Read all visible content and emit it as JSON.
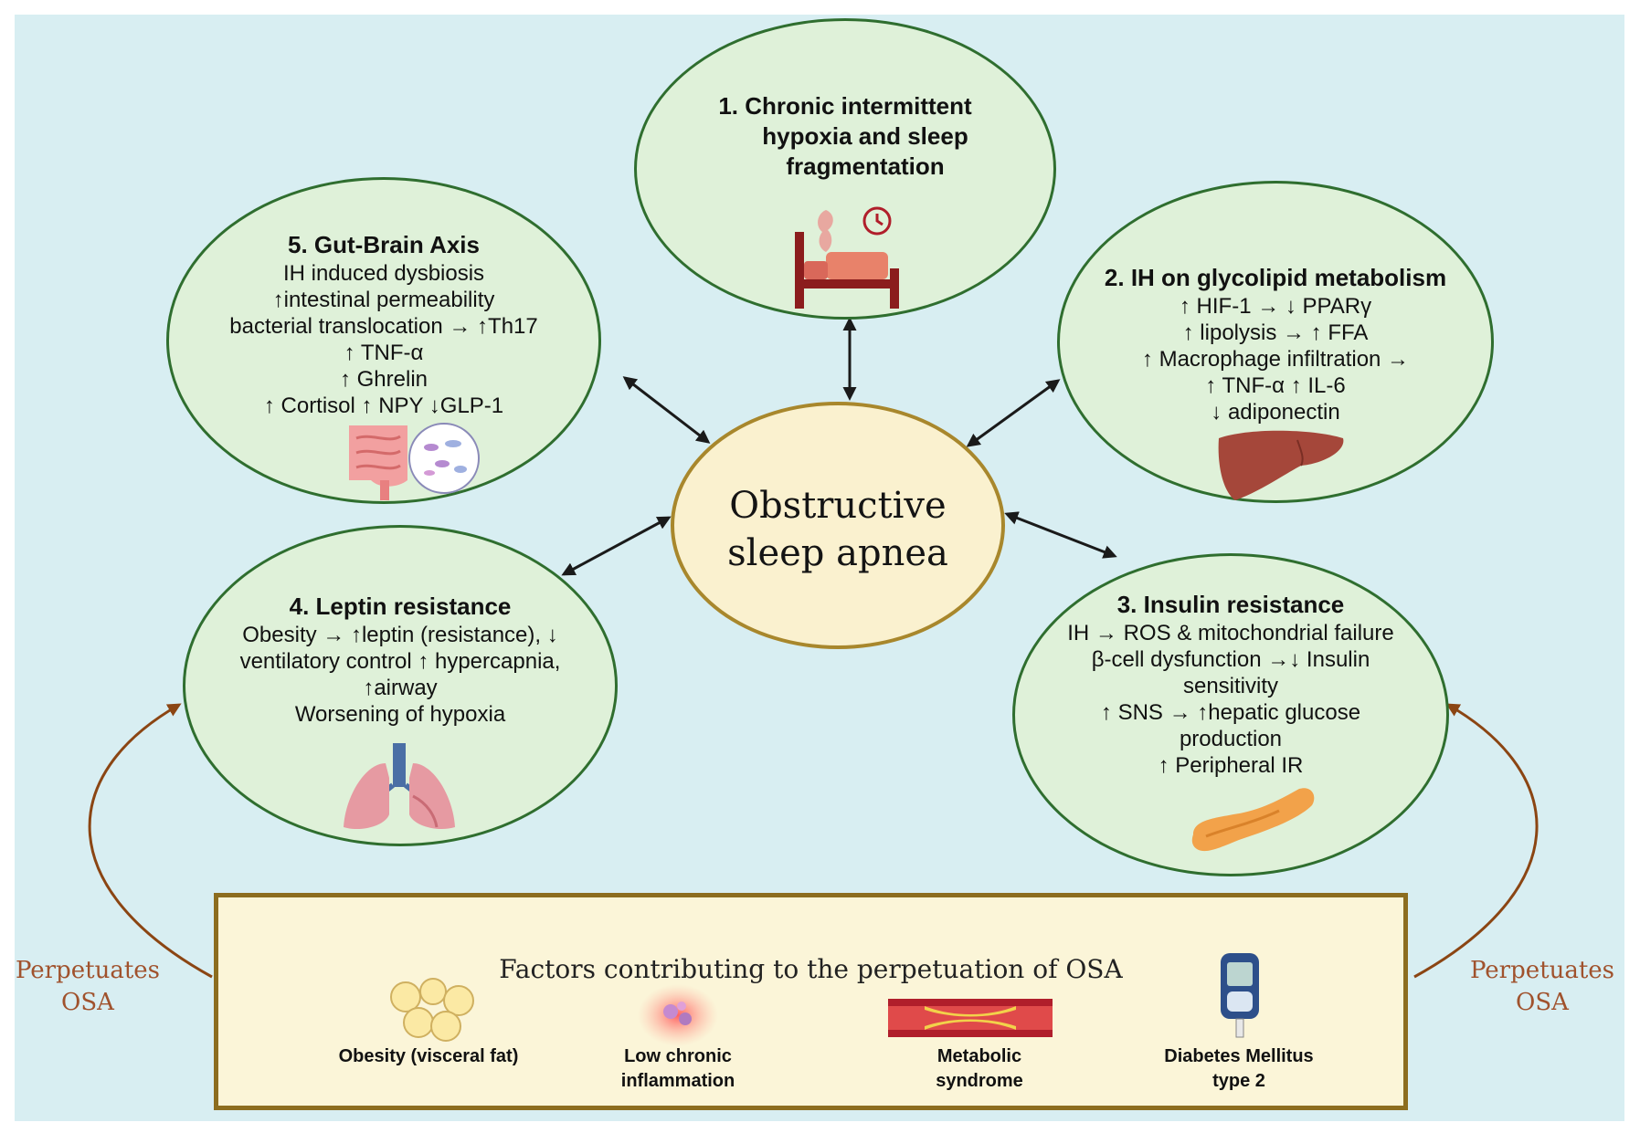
{
  "center": {
    "line1": "Obstructive",
    "line2": "sleep apnea"
  },
  "mechanisms": {
    "m1": {
      "lines": [
        "1.  Chronic intermittent",
        "hypoxia and sleep",
        "fragmentation"
      ],
      "icon": "bed-clock-icon"
    },
    "m2": {
      "title": "2. IH on glycolipid metabolism",
      "lines": [
        "↑ HIF-1 → ↓ PPARγ",
        "↑ lipolysis → ↑ FFA",
        "↑ Macrophage infiltration →",
        "↑ TNF-α ↑ IL-6",
        "↓ adiponectin"
      ],
      "icon": "liver-icon"
    },
    "m3": {
      "title": "3. Insulin resistance",
      "lines": [
        "IH → ROS & mitochondrial failure",
        "β-cell dysfunction →↓ Insulin",
        "sensitivity",
        "↑ SNS → ↑hepatic glucose",
        "production",
        "↑ Peripheral IR"
      ],
      "icon": "pancreas-icon"
    },
    "m4": {
      "title": "4. Leptin resistance",
      "lines": [
        "Obesity → ↑leptin (resistance), ↓",
        "ventilatory control  ↑ hypercapnia,",
        "↑airway",
        "Worsening of hypoxia"
      ],
      "icon": "lungs-icon"
    },
    "m5": {
      "title": "5. Gut-Brain Axis",
      "lines": [
        "IH induced dysbiosis",
        "↑intestinal permeability",
        "bacterial translocation → ↑Th17",
        "↑ TNF-α",
        "↑ Ghrelin",
        "↑ Cortisol ↑ NPY ↓GLP-1"
      ],
      "icon": "intestine-bacteria-icon"
    }
  },
  "factors": {
    "title": "Factors contributing to the perpetuation of OSA",
    "items": [
      {
        "lines": [
          "Obesity (visceral fat)"
        ],
        "icon": "fat-cells-icon"
      },
      {
        "lines": [
          "Low chronic",
          "inflammation"
        ],
        "icon": "inflammation-icon"
      },
      {
        "lines": [
          "Metabolic",
          "syndrome"
        ],
        "icon": "artery-plaque-icon"
      },
      {
        "lines": [
          "Diabetes Mellitus",
          "type 2"
        ],
        "icon": "glucometer-icon"
      }
    ]
  },
  "perpetuates": {
    "left": [
      "Perpetuates",
      "OSA"
    ],
    "right": [
      "Perpetuates",
      "OSA"
    ]
  },
  "colors": {
    "background": "#d8eef2",
    "ellipse_fill": "#dff1d9",
    "ellipse_border": "#2f6e2f",
    "center_fill": "#faf1cf",
    "center_border": "#a8872c",
    "box_fill": "#fbf5d8",
    "box_border": "#8c6d1f",
    "perpetuates_text": "#a0522d"
  }
}
